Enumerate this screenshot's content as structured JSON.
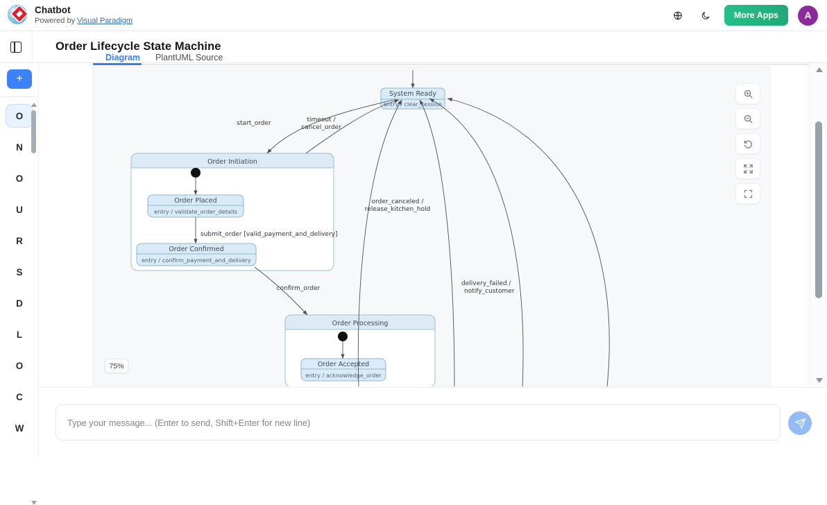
{
  "app": {
    "brand_title": "Chatbot",
    "brand_powered_prefix": "Powered by ",
    "brand_vendor": "Visual Paradigm",
    "logo_icon": "visual-paradigm-globe-diamond-logo"
  },
  "topbar": {
    "language_icon": "globe-icon",
    "theme_icon": "moon-icon",
    "more_apps_label": "More Apps",
    "avatar_initial": "A",
    "avatar_color": "#8b2a9b",
    "more_apps_color": "#24b47e"
  },
  "subbar": {
    "panel_toggle_icon": "sidebar-panel-toggle-icon",
    "document_title": "Order Lifecycle State Machine"
  },
  "rail": {
    "new_chat_label": "+",
    "items": [
      {
        "label": "O",
        "active": true
      },
      {
        "label": "N",
        "active": false
      },
      {
        "label": "O",
        "active": false
      },
      {
        "label": "U",
        "active": false
      },
      {
        "label": "R",
        "active": false
      },
      {
        "label": "S",
        "active": false
      },
      {
        "label": "D",
        "active": false
      },
      {
        "label": "L",
        "active": false
      },
      {
        "label": "O",
        "active": false
      },
      {
        "label": "C",
        "active": false
      },
      {
        "label": "W",
        "active": false
      }
    ]
  },
  "tabs": [
    {
      "label": "Diagram",
      "active": true
    },
    {
      "label": "PlantUML Source",
      "active": false
    }
  ],
  "viewer": {
    "zoom_level": "75%",
    "controls": [
      {
        "name": "zoom-in-icon",
        "title": "Zoom in"
      },
      {
        "name": "zoom-out-icon",
        "title": "Zoom out"
      },
      {
        "name": "reset-view-icon",
        "title": "Reset"
      },
      {
        "name": "expand-icon",
        "title": "Expand"
      },
      {
        "name": "fit-screen-icon",
        "title": "Fit to screen"
      }
    ],
    "scroll_up_icon": "scroll-up-arrow-icon",
    "scroll_down_icon": "scroll-down-arrow-icon"
  },
  "diagram": {
    "type": "uml-state-machine",
    "states": [
      {
        "id": "system_ready",
        "name": "System Ready",
        "entry": "entry / clear_session",
        "kind": "simple"
      },
      {
        "id": "order_initiation",
        "name": "Order Initiation",
        "entry": "",
        "kind": "composite"
      },
      {
        "id": "order_placed",
        "name": "Order Placed",
        "entry": "entry / validate_order_details",
        "kind": "simple"
      },
      {
        "id": "order_confirmed",
        "name": "Order Confirmed",
        "entry": "entry / confirm_payment_and_delivery",
        "kind": "simple"
      },
      {
        "id": "order_processing",
        "name": "Order Processing",
        "entry": "",
        "kind": "composite"
      },
      {
        "id": "order_accepted",
        "name": "Order Accepted",
        "entry": "entry / acknowledge_order",
        "kind": "simple"
      }
    ],
    "transitions": [
      {
        "from": "system_ready",
        "to": "order_initiation",
        "label": "start_order"
      },
      {
        "from": "order_initiation",
        "to": "system_ready",
        "label": "timeout /\ncancel_order"
      },
      {
        "from": "order_placed",
        "to": "order_confirmed",
        "label": "submit_order [valid_payment_and_delivery]"
      },
      {
        "from": "order_confirmed",
        "to": "order_processing",
        "label": "confirm_order"
      },
      {
        "from": "order_processing",
        "to": "system_ready",
        "label": "order_canceled /\nrelease_kitchen_hold"
      },
      {
        "from": "order_processing",
        "to": "system_ready",
        "label": "delivery_failed /\nnotify_customer"
      }
    ],
    "edge_labels": [
      "start_order",
      "timeout /",
      "cancel_order",
      "submit_order [valid_payment_and_delivery]",
      "confirm_order",
      "order_canceled /",
      "release_kitchen_hold",
      "delivery_failed /",
      "notify_customer"
    ],
    "colors": {
      "state_fill": "#d9ebf8",
      "state_stroke": "#8fb4cd",
      "line": "#4c4f54",
      "canvas_bg": "#f6f8fa"
    }
  },
  "composer": {
    "placeholder": "Type your message... (Enter to send, Shift+Enter for new line)",
    "value": "",
    "send_icon": "send-paper-plane-icon"
  }
}
